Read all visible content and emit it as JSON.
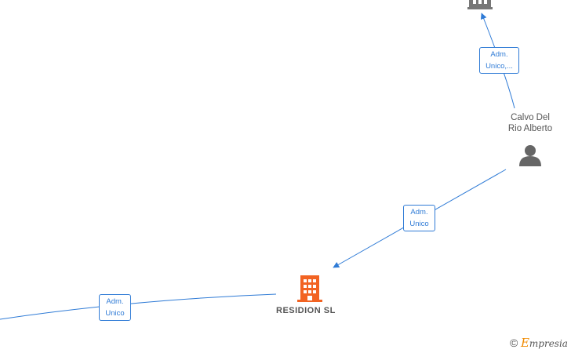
{
  "nodes": {
    "person": {
      "name_line1": "Calvo Del",
      "name_line2": "Rio Alberto",
      "icon": "person-icon",
      "color": "#666666"
    },
    "company_main": {
      "name": "RESIDION  SL",
      "icon": "building-icon",
      "color": "#f26322"
    },
    "company_top": {
      "icon": "building-icon",
      "color": "#777777"
    }
  },
  "edges": [
    {
      "id": "person-to-top",
      "label_line1": "Adm.",
      "label_line2": "Unico,..."
    },
    {
      "id": "person-to-main",
      "label_line1": "Adm.",
      "label_line2": "Unico"
    },
    {
      "id": "left-to-main",
      "label_line1": "Adm.",
      "label_line2": "Unico"
    }
  ],
  "colors": {
    "edge": "#2f7bd6",
    "text": "#555555",
    "brand_accent": "#f08a00"
  },
  "watermark": {
    "copyright": "©",
    "brand_initial": "E",
    "brand_rest": "mpresia"
  }
}
